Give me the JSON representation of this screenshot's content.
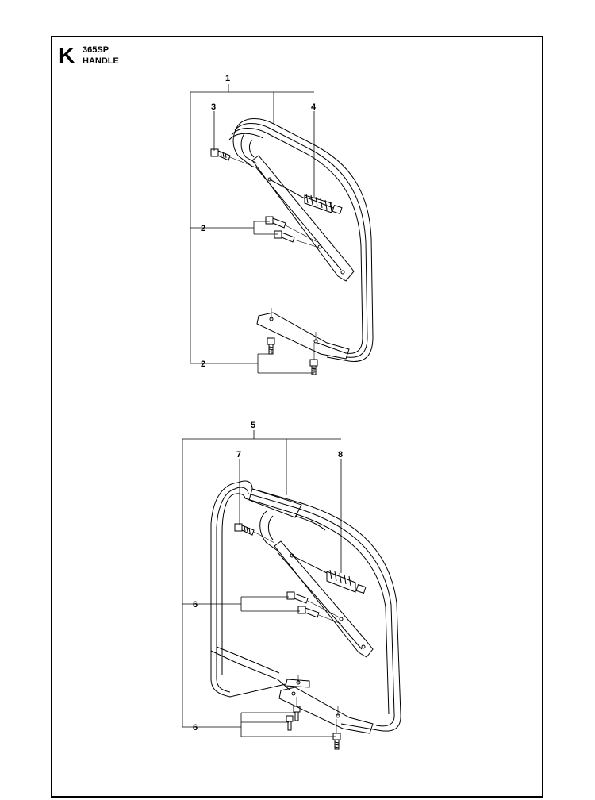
{
  "header": {
    "section_letter": "K",
    "model": "365SP",
    "title": "HANDLE"
  },
  "callouts": {
    "c1": "1",
    "c2a": "2",
    "c2b": "2",
    "c3": "3",
    "c4": "4",
    "c5": "5",
    "c6a": "6",
    "c6b": "6",
    "c7": "7",
    "c8": "8"
  },
  "colors": {
    "line": "#000000",
    "background": "#ffffff"
  }
}
